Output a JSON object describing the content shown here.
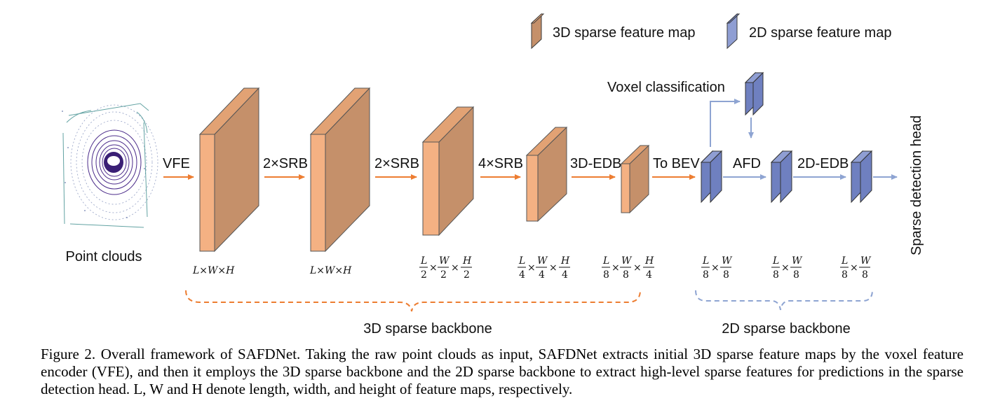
{
  "legend": {
    "item_3d": "3D sparse feature map",
    "item_2d": "2D sparse feature map"
  },
  "input_label": "Point  clouds",
  "voxel_label": "Voxel classification",
  "head_label": "Sparse detection head",
  "ops": {
    "vfe": "VFE",
    "srb1": "2×SRB",
    "srb2": "2×SRB",
    "srb3": "4×SRB",
    "edb3d": "3D-EDB",
    "bev": "To BEV",
    "afd": "AFD",
    "edb2d": "2D-EDB"
  },
  "dims": {
    "d1": "L×W×H",
    "d2": "L×W×H",
    "d3": {
      "l": "L",
      "w": "W",
      "h": "H",
      "ld": "2",
      "wd": "2",
      "hd": "2",
      "x": "×"
    },
    "d4": {
      "l": "L",
      "w": "W",
      "h": "H",
      "ld": "4",
      "wd": "4",
      "hd": "4",
      "x": "×"
    },
    "d5": {
      "l": "L",
      "w": "W",
      "h": "H",
      "ld": "8",
      "wd": "8",
      "hd": "4",
      "x": "×"
    },
    "d6": {
      "l": "L",
      "w": "W",
      "ld": "8",
      "wd": "8",
      "x": "×"
    },
    "d7": {
      "l": "L",
      "w": "W",
      "ld": "8",
      "wd": "8",
      "x": "×"
    },
    "d8": {
      "l": "L",
      "w": "W",
      "ld": "8",
      "wd": "8",
      "x": "×"
    }
  },
  "braces": {
    "backbone_3d": "3D sparse backbone",
    "backbone_2d": "2D sparse backbone"
  },
  "caption": "Figure 2. Overall framework of SAFDNet. Taking the raw point clouds as input, SAFDNet extracts initial 3D sparse feature maps by the voxel feature encoder (VFE), and then it employs the 3D sparse backbone and the 2D sparse backbone to extract high-level sparse features for predictions in the sparse detection head. L, W and H denote length, width, and height of feature maps, respectively.",
  "colors": {
    "orange_front": "#f4b183",
    "orange_side": "#c5906a",
    "blue_front": "#6f80c0",
    "blue_side": "#8f9ed3",
    "orange_arrow": "#ed7d31",
    "blue_arrow": "#8ea4d2",
    "scan_purple": "#4b2b8a"
  }
}
